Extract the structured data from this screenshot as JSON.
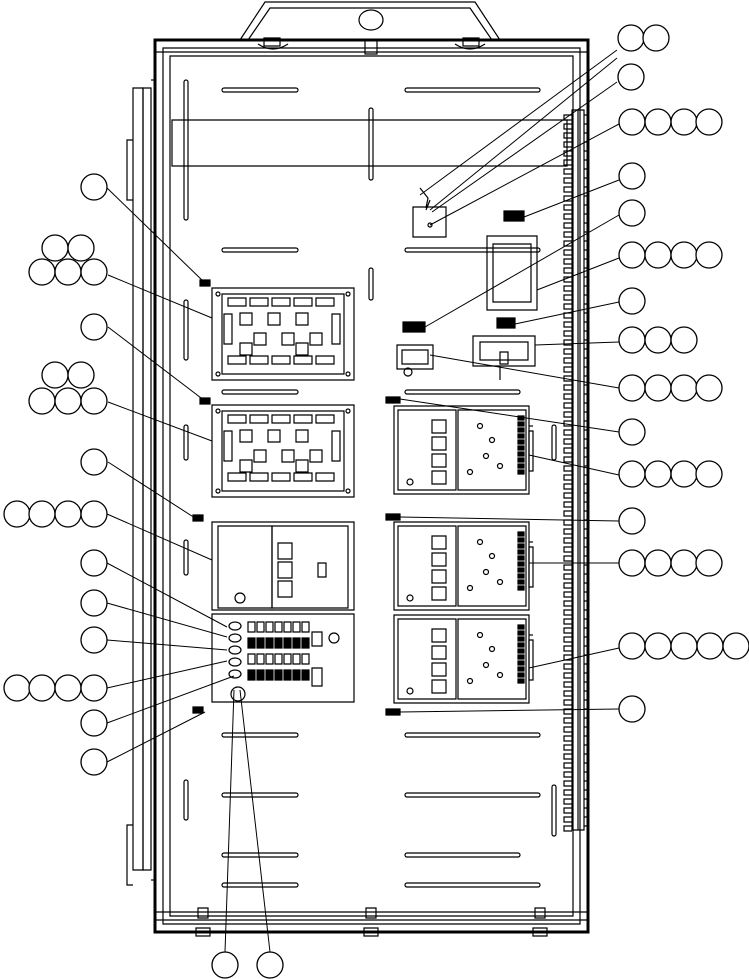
{
  "drawing": {
    "kind": "line-art exploded parts diagram of an electrical enclosure",
    "stroke_color": "#000000",
    "background_color": "#ffffff",
    "callout_style": "empty numbered balloons (no text printed)"
  },
  "callout_groups": [
    {
      "id": "a",
      "balloon_count": 2
    },
    {
      "id": "b",
      "balloon_count": 1
    },
    {
      "id": "c",
      "balloon_count": 4
    },
    {
      "id": "d",
      "balloon_count": 1
    },
    {
      "id": "e",
      "balloon_count": 1
    },
    {
      "id": "f",
      "balloon_count": 4
    },
    {
      "id": "g",
      "balloon_count": 1
    },
    {
      "id": "h",
      "balloon_count": 3
    },
    {
      "id": "i",
      "balloon_count": 4
    },
    {
      "id": "j",
      "balloon_count": 1
    },
    {
      "id": "k",
      "balloon_count": 4
    },
    {
      "id": "l",
      "balloon_count": 1
    },
    {
      "id": "m",
      "balloon_count": 4
    },
    {
      "id": "n",
      "balloon_count": 5
    },
    {
      "id": "o",
      "balloon_count": 1
    },
    {
      "id": "p",
      "balloon_count": 1
    },
    {
      "id": "q",
      "balloon_count": 5
    },
    {
      "id": "r",
      "balloon_count": 1
    },
    {
      "id": "s",
      "balloon_count": 5
    },
    {
      "id": "t",
      "balloon_count": 1
    },
    {
      "id": "u",
      "balloon_count": 4
    },
    {
      "id": "v",
      "balloon_count": 1
    },
    {
      "id": "w",
      "balloon_count": 1
    },
    {
      "id": "x",
      "balloon_count": 1
    },
    {
      "id": "y",
      "balloon_count": 4
    },
    {
      "id": "z",
      "balloon_count": 1
    },
    {
      "id": "aa",
      "balloon_count": 1
    },
    {
      "id": "bottom-1",
      "balloon_count": 1
    },
    {
      "id": "bottom-2",
      "balloon_count": 1
    }
  ]
}
